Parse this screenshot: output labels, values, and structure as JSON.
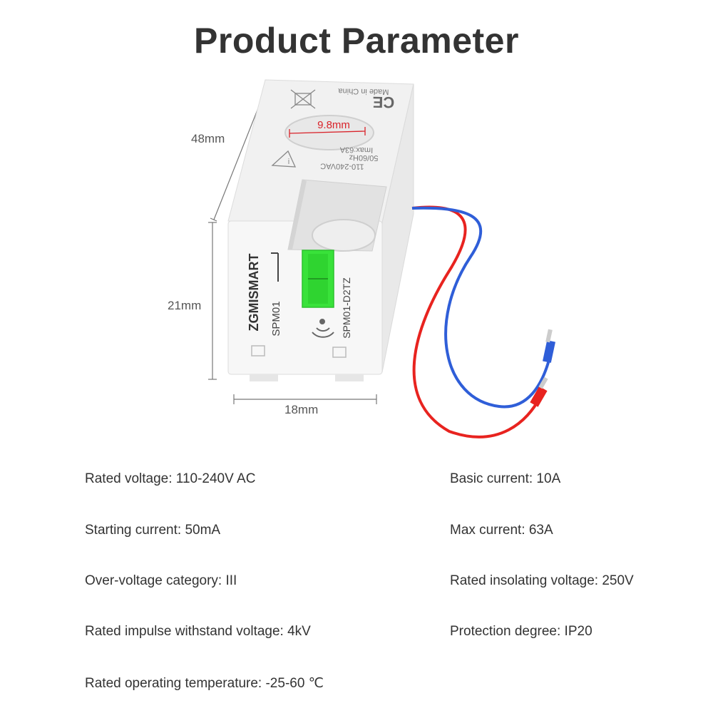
{
  "title": "Product Parameter",
  "product": {
    "brand": "ZGMISMART",
    "model_front": "SPM01",
    "model_side": "SPM01-D2TZ",
    "label_lines": [
      "110-240VAC",
      "50/60Hz",
      "Imax:63A"
    ],
    "made_in": "Made in China",
    "ce_mark": "CE",
    "hole_diameter": "9.8mm"
  },
  "dimensions": {
    "height": "48mm",
    "depth": "21mm",
    "width": "18mm"
  },
  "colors": {
    "wire_red": "#e8231f",
    "wire_blue": "#2f5ed8",
    "button_green": "#39e23a",
    "dim_red": "#d9232a"
  },
  "specs": {
    "left": [
      "Rated voltage: 110-240V AC",
      "Starting current: 50mA",
      "Over-voltage category: III",
      "Rated impulse withstand voltage: 4kV",
      "Rated operating temperature: -25-60 ℃"
    ],
    "right": [
      "Basic current: 10A",
      "Max current: 63A",
      "Rated insolating voltage: 250V",
      "Protection degree: IP20"
    ]
  }
}
